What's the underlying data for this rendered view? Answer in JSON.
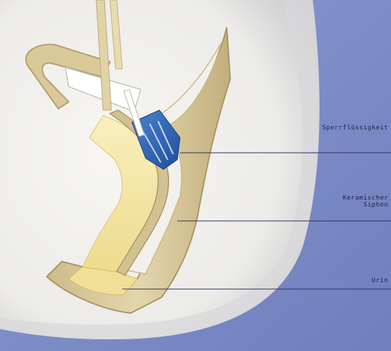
{
  "labels": {
    "sperrfluessigkeit": "Sperrflüssigkeit",
    "keramischer_line1": "Keramischer",
    "keramischer_line2": "Siphon",
    "urin": "Urin"
  },
  "colors": {
    "background_blue": "#7f8ec5",
    "ceramic_white": "#ecebe8",
    "siphon_tan": "#dccda0",
    "siphon_edge": "#b9a676",
    "urine_yellow": "#f6e9a8",
    "sealing_liquid_blue": "#2f63b8",
    "leader_line": "#2a2f55"
  },
  "icons": {
    "sealing_liquid": "sealing-liquid-region",
    "ceramic_siphon": "ceramic-siphon-body",
    "urine": "urine-channel"
  }
}
